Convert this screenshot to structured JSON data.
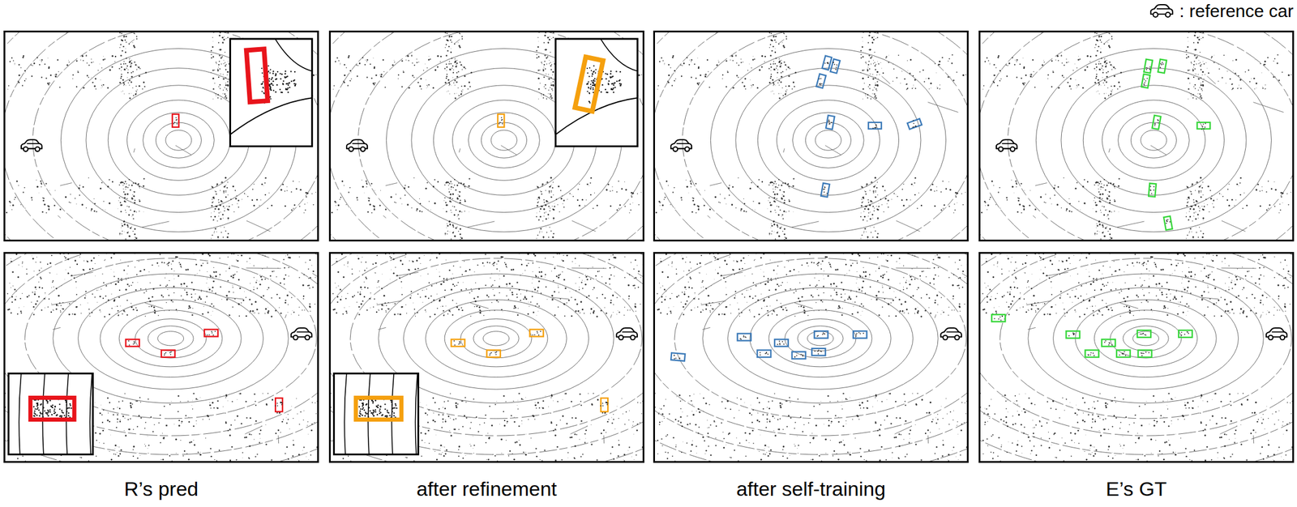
{
  "diagram": {
    "labels": [
      "R’s pred",
      "after refinement",
      "after self-training",
      "E’s GT"
    ],
    "legend": [
      {
        "text": ": reference car"
      }
    ]
  }
}
